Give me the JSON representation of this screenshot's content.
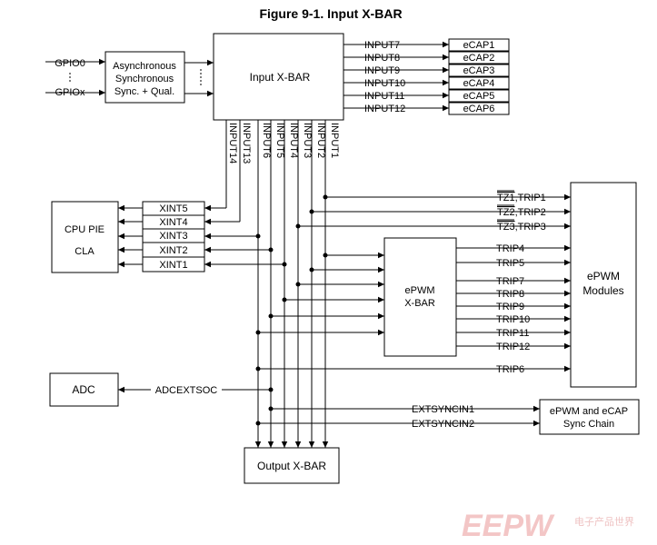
{
  "title": "Figure 9-1. Input X-BAR",
  "blocks": {
    "async": [
      "Asynchronous",
      "Synchronous",
      "Sync. + Qual."
    ],
    "input_xbar": "Input  X-BAR",
    "cpu": [
      "CPU PIE",
      "CLA"
    ],
    "adc": "ADC",
    "epwm_xbar": [
      "ePWM",
      "X-BAR"
    ],
    "epwm_modules": [
      "ePWM",
      "Modules"
    ],
    "sync_chain": [
      "ePWM and eCAP",
      "Sync Chain"
    ],
    "output_xbar": "Output X-BAR"
  },
  "gpio": {
    "top": "GPIO0",
    "bottom": "GPIOx"
  },
  "ecap_inputs": [
    "INPUT7",
    "INPUT8",
    "INPUT9",
    "INPUT10",
    "INPUT11",
    "INPUT12"
  ],
  "ecaps": [
    "eCAP1",
    "eCAP2",
    "eCAP3",
    "eCAP4",
    "eCAP5",
    "eCAP6"
  ],
  "vertical_inputs": [
    "INPUT14",
    "INPUT13",
    "INPUT6",
    "INPUT5",
    "INPUT4",
    "INPUT3",
    "INPUT2",
    "INPUT1"
  ],
  "xints": [
    "XINT5",
    "XINT4",
    "XINT3",
    "XINT2",
    "XINT1"
  ],
  "tz_signals": [
    {
      "tz": "TZ1",
      "trip": ",TRIP1"
    },
    {
      "tz": "TZ2",
      "trip": ",TRIP2"
    },
    {
      "tz": "TZ3",
      "trip": ",TRIP3"
    }
  ],
  "trips_from_xbar": [
    "TRIP4",
    "TRIP5",
    "TRIP7",
    "TRIP8",
    "TRIP9",
    "TRIP10",
    "TRIP11",
    "TRIP12"
  ],
  "trip6": "TRIP6",
  "adcextsoc": "ADCEXTSOC",
  "extsync": [
    "EXTSYNCIN1",
    "EXTSYNCIN2"
  ],
  "watermark": {
    "logo": "EEPW",
    "cn": "电子产品世界"
  }
}
